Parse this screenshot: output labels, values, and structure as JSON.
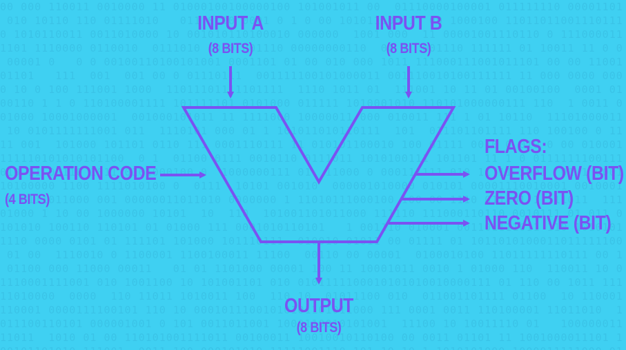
{
  "colors": {
    "background": "#3fd0f2",
    "accent": "#7a52f2"
  },
  "input_a": {
    "label": "INPUT A",
    "bits": "(8 BITS)"
  },
  "input_b": {
    "label": "INPUT B",
    "bits": "(8 BITS)"
  },
  "opcode": {
    "label": "OPERATION CODE",
    "bits": "(4 BITS)"
  },
  "output": {
    "label": "OUTPUT",
    "bits": "(8 BITS)"
  },
  "flags": {
    "title": "FLAGS:",
    "items": [
      "OVERFLOW (BIT)",
      "ZERO (BIT)",
      "NEGATIVE (BIT)"
    ]
  }
}
